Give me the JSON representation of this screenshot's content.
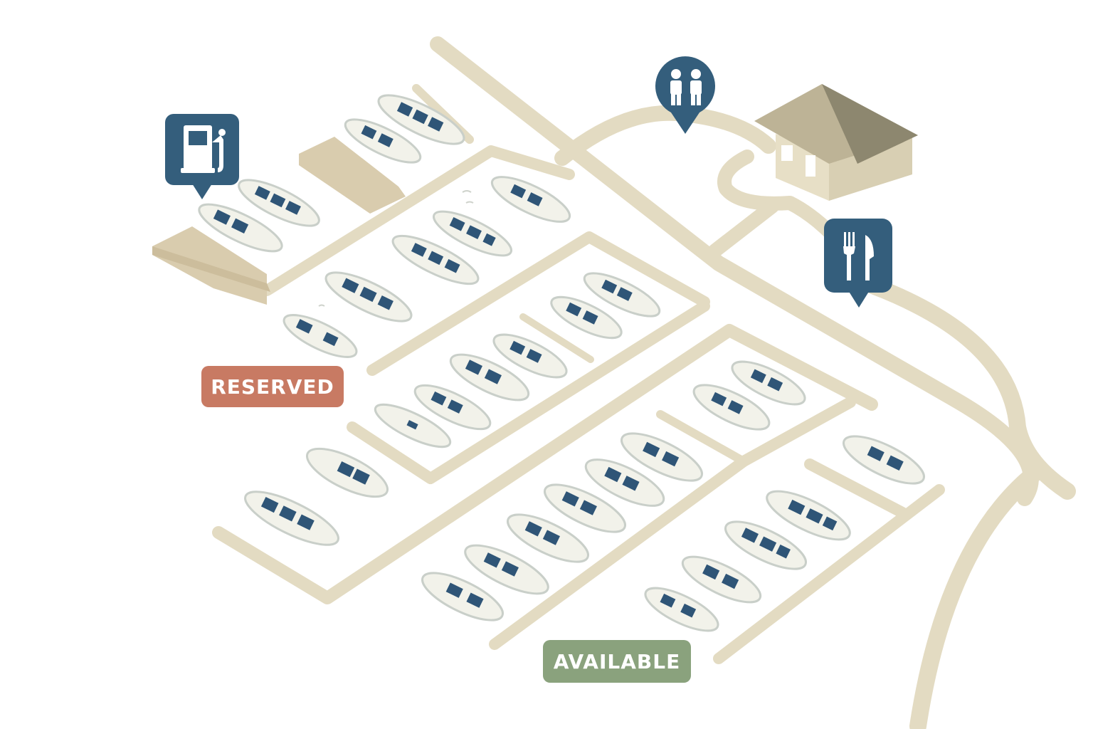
{
  "labels": {
    "reserved": "RESERVED",
    "available": "AVAILABLE"
  },
  "colors": {
    "water": "#ffffff",
    "dock": "#e3dbc2",
    "dock_edge": "#d8cfb3",
    "dock_shadow": "#ccbd9c",
    "boat_hull": "#f2f2ea",
    "boat_outline": "#c9cfc9",
    "boat_window": "#2f5577",
    "marker": "#345e7c",
    "building_roof": "#bdb396",
    "building_roof_dark": "#8d876f",
    "building_wall": "#e7dfc6",
    "reserved_badge": "#c87a63",
    "available_badge": "#8aa27d"
  },
  "markers": [
    {
      "icon": "fuel-pump-icon",
      "label": "fuel"
    },
    {
      "icon": "restroom-icon",
      "label": "restrooms"
    },
    {
      "icon": "restaurant-icon",
      "label": "restaurant"
    }
  ]
}
